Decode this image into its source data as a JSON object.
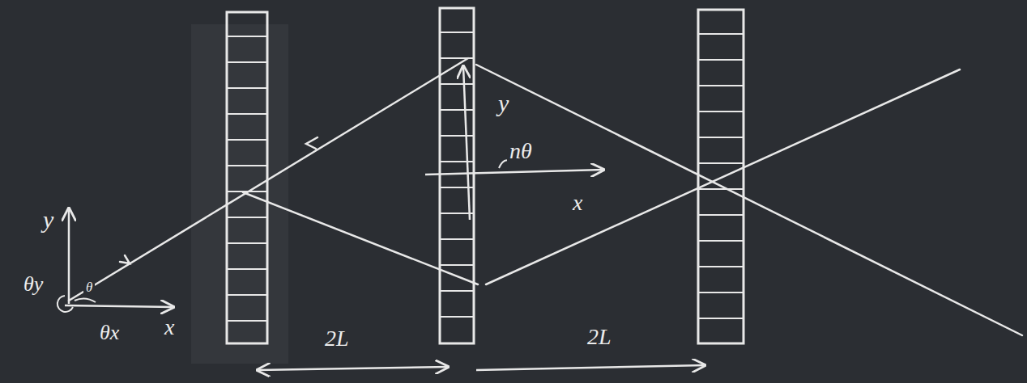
{
  "diagram": {
    "labels": [
      "y",
      "θy",
      "θ",
      "θx",
      "x",
      "y",
      "nθ",
      "x",
      "2L",
      "2L"
    ]
  }
}
